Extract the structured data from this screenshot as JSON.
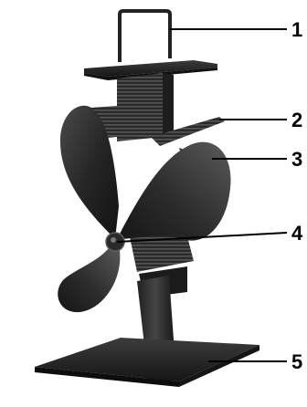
{
  "diagram": {
    "subject": "stove-fan",
    "colors": {
      "metal_dark": "#1e1e1e",
      "metal_mid": "#3a3a3a",
      "metal_light": "#5a5a5a",
      "label_text": "#000000"
    },
    "callouts": [
      {
        "id": "1",
        "label": "1"
      },
      {
        "id": "2",
        "label": "2"
      },
      {
        "id": "3",
        "label": "3"
      },
      {
        "id": "4",
        "label": "4"
      },
      {
        "id": "5",
        "label": "5"
      }
    ]
  }
}
